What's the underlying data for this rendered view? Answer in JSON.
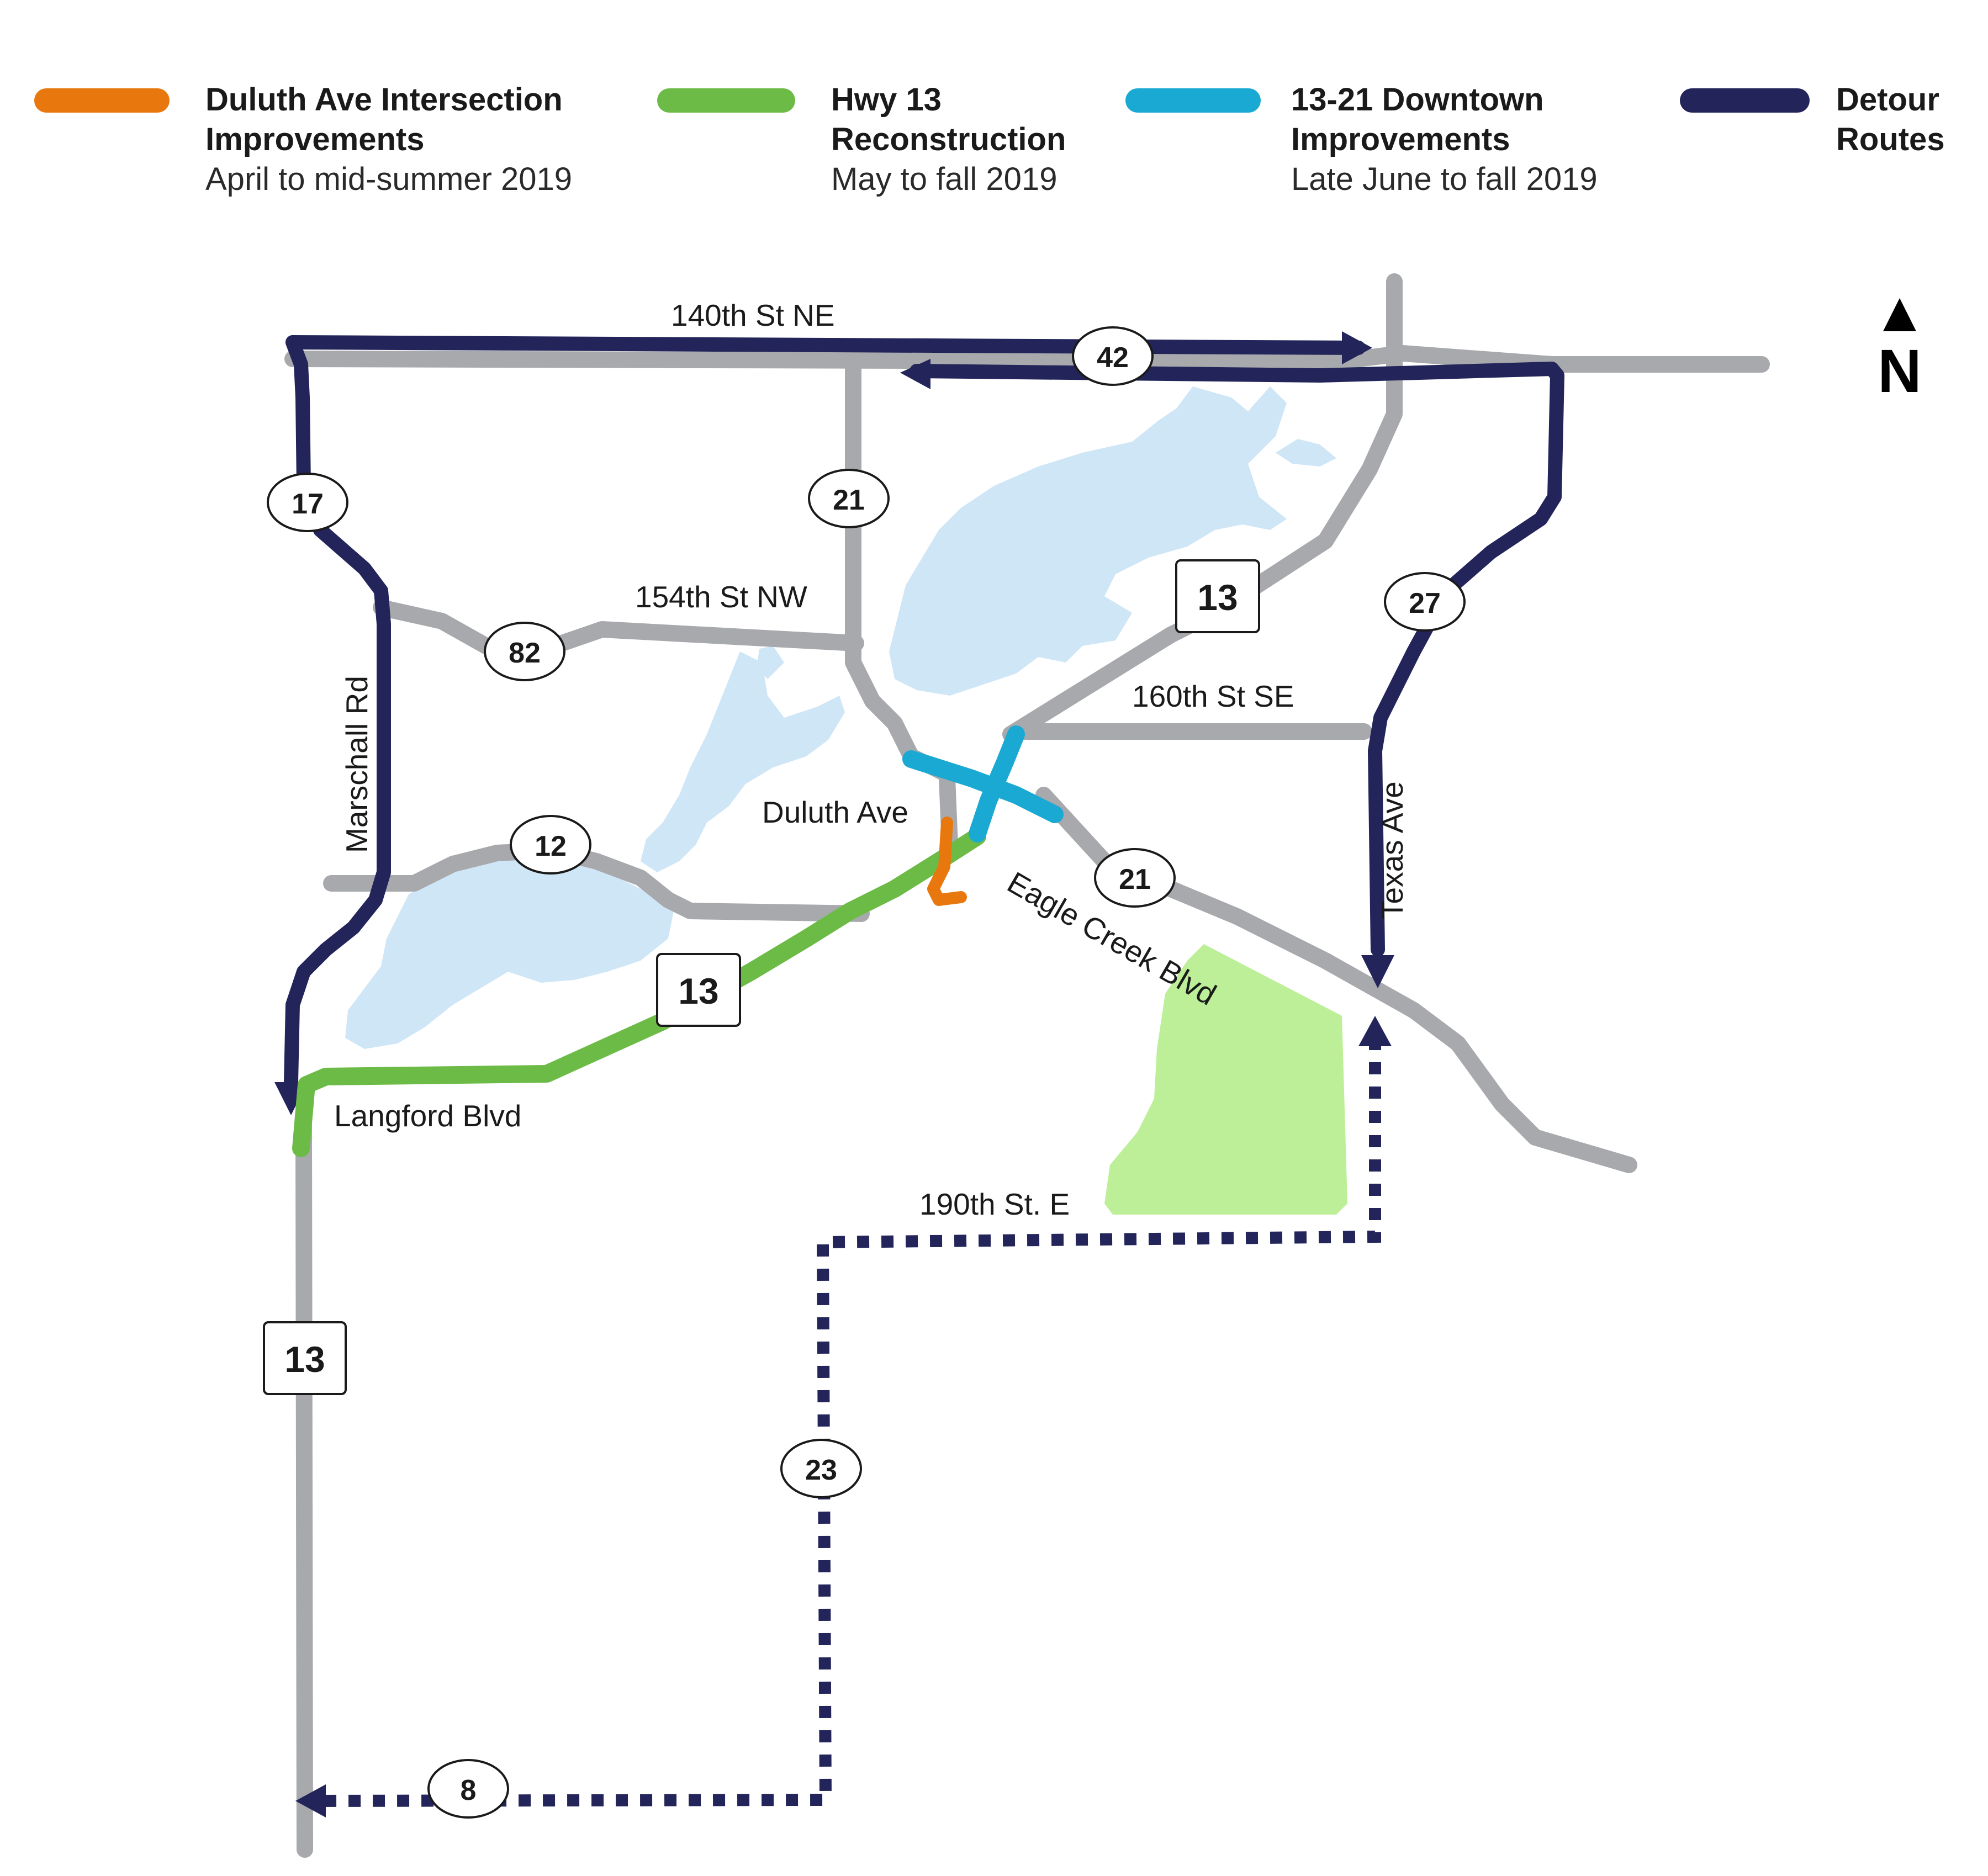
{
  "legend": [
    {
      "title_line1": "Duluth Ave Intersection",
      "title_line2": "Improvements",
      "dates": "April to mid-summer 2019",
      "color": "#e8780e"
    },
    {
      "title_line1": "Hwy 13",
      "title_line2": "Reconstruction",
      "dates": "May to fall 2019",
      "color": "#6cbb46"
    },
    {
      "title_line1": "13-21 Downtown",
      "title_line2": "Improvements",
      "dates": "Late June to fall 2019",
      "color": "#1aa9d2"
    },
    {
      "title_line1": "Detour",
      "title_line2": "Routes",
      "dates": "",
      "color": "#23255a"
    }
  ],
  "north": {
    "label": "N"
  },
  "road_labels": {
    "r140th": "140th St NE",
    "r154th": "154th St NW",
    "r160th": "160th St SE",
    "marschall": "Marschall Rd",
    "duluth": "Duluth Ave",
    "eagle_creek": "Eagle Creek Blvd",
    "texas": "Texas Ave",
    "langford": "Langford Blvd",
    "r190th": "190th St. E"
  },
  "route_shields": {
    "s42": "42",
    "s17": "17",
    "s21_north": "21",
    "s82": "82",
    "s12": "12",
    "s21_south": "21",
    "s27": "27",
    "s23": "23",
    "s8": "8",
    "h13_northeast": "13",
    "h13_middle": "13",
    "h13_south": "13"
  },
  "colors": {
    "road": "#a7a9ac",
    "detour": "#23255a",
    "lake": "#cfe6f7",
    "park": "#bdef98",
    "orange": "#e8780e",
    "green": "#6cbb46",
    "blue": "#1aa9d2"
  }
}
